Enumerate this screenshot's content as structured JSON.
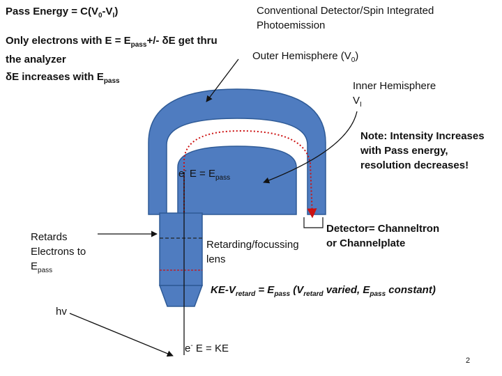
{
  "title": {
    "text": "Pass Energy = C(V",
    "sub0": "0",
    "mid": "-V",
    "subI": "I",
    "end": ")"
  },
  "note_only": {
    "line1a": "Only electrons with E = E",
    "line1sub": "pass",
    "line1b": "+/- δE get thru",
    "line2": "the analyzer"
  },
  "note_de": {
    "text": "δE increases with E",
    "sub": "pass"
  },
  "conventional": {
    "line1": "Conventional Detector/Spin Integrated",
    "line2": "Photoemission"
  },
  "outer": {
    "text": "Outer Hemisphere (V",
    "sub": "0",
    "end": ")"
  },
  "inner": {
    "line1": "Inner Hemisphere",
    "line2": "V",
    "sub": "I"
  },
  "note_intensity": {
    "line1": "Note:  Intensity Increases",
    "line2": "with Pass energy,",
    "line3": "resolution decreases!"
  },
  "electron_label": {
    "e": "e",
    "sup": "-",
    "text": " E = E",
    "sub": "pass"
  },
  "retards": {
    "line1": "Retards",
    "line2": "Electrons to",
    "line3": "E",
    "sub": "pass"
  },
  "lens": {
    "line1": "Retarding/focussing",
    "line2": "lens"
  },
  "detector": {
    "line1": "Detector= Channeltron",
    "line2": "or Channelplate"
  },
  "ke_eq": {
    "a": "KE-V",
    "a_sub": "retard",
    "b": " = E",
    "b_sub": "pass",
    "c": "  (V",
    "c_sub": "retard",
    "d": " varied, E",
    "d_sub": "pass",
    "e": " constant)"
  },
  "hv": {
    "text": "hv"
  },
  "bottom_electron": {
    "e": "e",
    "sup": "-",
    "text": "  E = KE"
  },
  "page_number": "2",
  "colors": {
    "hemisphere_blue": "#4f7cc0",
    "hemisphere_stroke": "#2e5a96",
    "path_red": "#cc1111",
    "text": "#111111"
  }
}
